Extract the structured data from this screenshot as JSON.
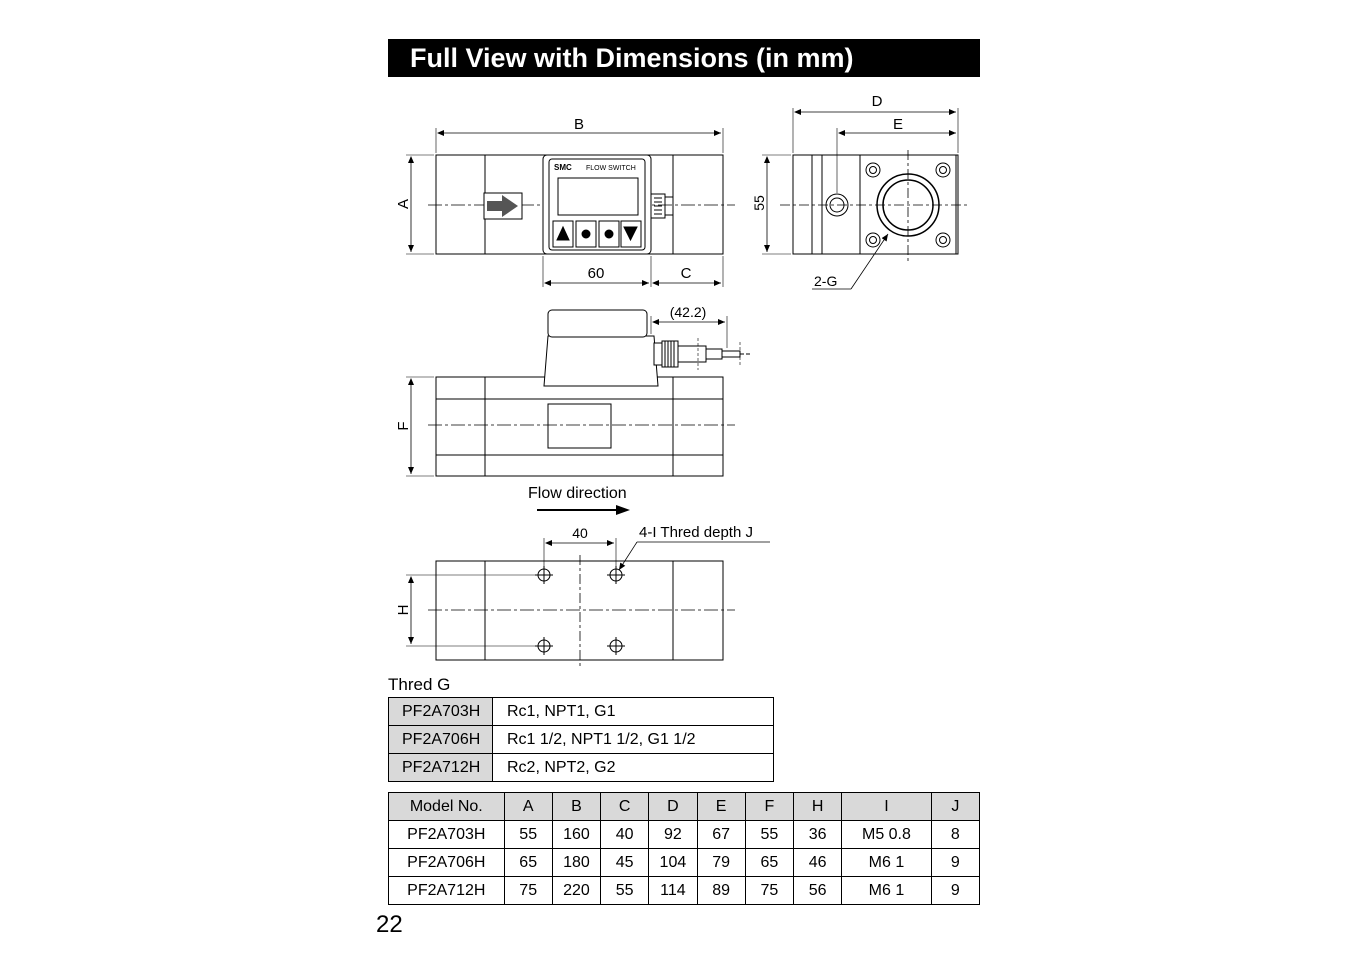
{
  "title": "Full View with Dimensions (in mm)",
  "drawing": {
    "top_view": {
      "dim_b": "B",
      "dim_a": "A",
      "dim_60": "60",
      "dim_c": "C",
      "display_brand": "SMC",
      "display_text": "FLOW SWITCH"
    },
    "end_view": {
      "dim_d": "D",
      "dim_e": "E",
      "dim_55": "55",
      "port_label": "2-G"
    },
    "side_view": {
      "dim_422": "(42.2)",
      "dim_f": "F"
    },
    "flow": {
      "label": "Flow direction"
    },
    "bottom_view": {
      "dim_40": "40",
      "hole_label": "4-I Thred depth J",
      "dim_h": "H"
    }
  },
  "thread_table": {
    "caption": "Thred G",
    "rows": [
      {
        "model": "PF2A703H",
        "thread": "Rc1,  NPT1,  G1"
      },
      {
        "model": "PF2A706H",
        "thread": "Rc1 1/2,  NPT1 1/2,  G1 1/2"
      },
      {
        "model": "PF2A712H",
        "thread": "Rc2,  NPT2,  G2"
      }
    ]
  },
  "dim_table": {
    "headers": [
      "Model No.",
      "A",
      "B",
      "C",
      "D",
      "E",
      "F",
      "H",
      "I",
      "J"
    ],
    "rows": [
      [
        "PF2A703H",
        "55",
        "160",
        "40",
        "92",
        "67",
        "55",
        "36",
        "M5   0.8",
        "8"
      ],
      [
        "PF2A706H",
        "65",
        "180",
        "45",
        "104",
        "79",
        "65",
        "46",
        "M6   1",
        "9"
      ],
      [
        "PF2A712H",
        "75",
        "220",
        "55",
        "114",
        "89",
        "75",
        "56",
        "M6   1",
        "9"
      ]
    ]
  },
  "page_number": "22"
}
